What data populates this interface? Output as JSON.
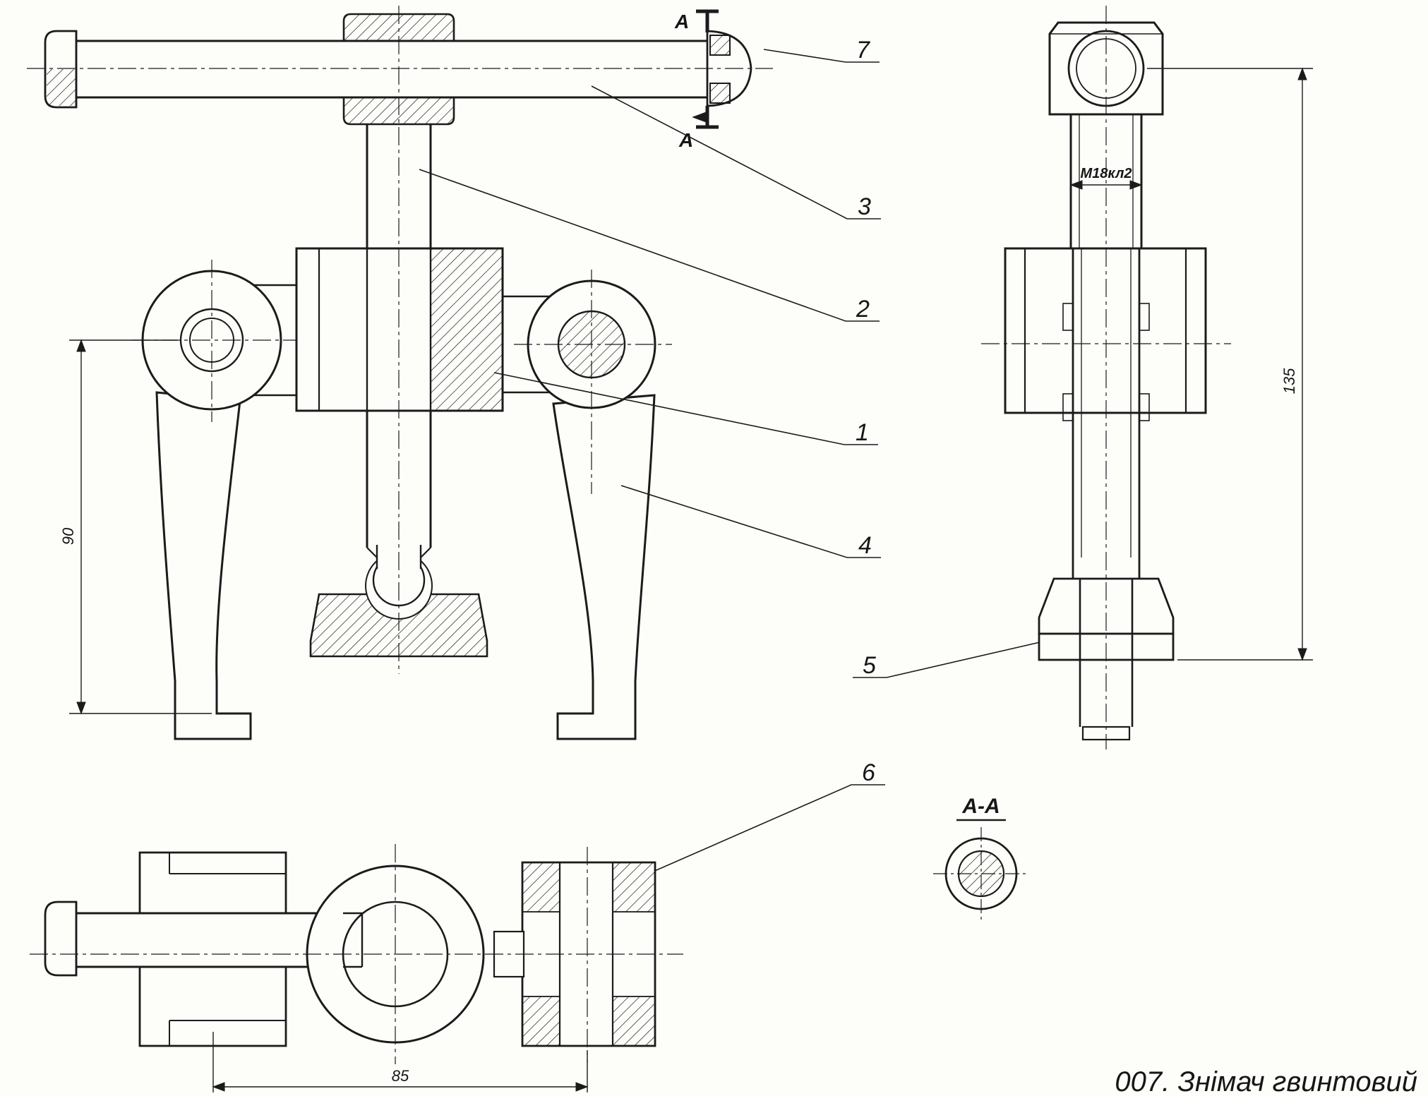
{
  "title": "007. Знімач гвинтовий",
  "labels": {
    "callout_1": "1",
    "callout_2": "2",
    "callout_3": "3",
    "callout_4": "4",
    "callout_5": "5",
    "callout_6": "6",
    "callout_7": "7",
    "cut_top": "A",
    "cut_bottom": "A",
    "section": "A-A"
  },
  "dims": {
    "front_height": "90",
    "side_height": "135",
    "bottom_width": "85",
    "thread": "M18кл2"
  },
  "colors": {
    "line": "#1b1b1b",
    "background": "#fdfdfa"
  }
}
